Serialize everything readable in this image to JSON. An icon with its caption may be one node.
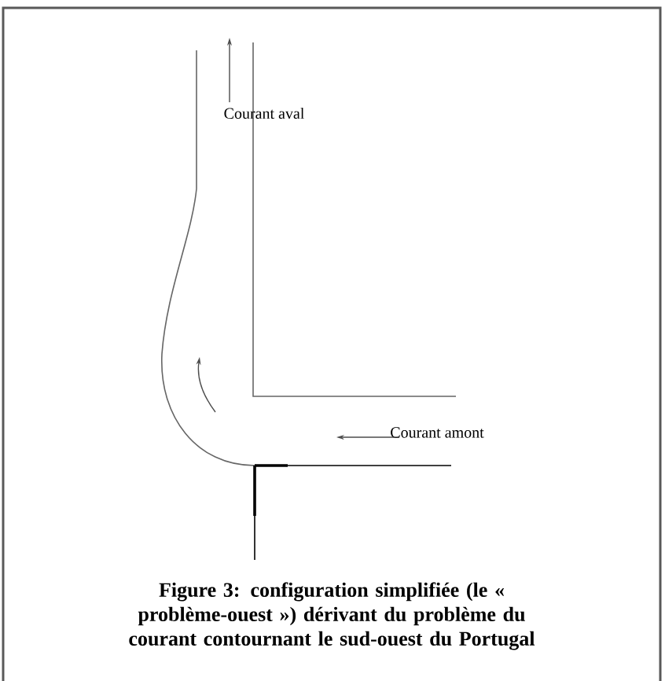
{
  "diagram": {
    "caption": "Figure 3: configuration simplifiée (le « problème-ouest ») dérivant du problème du courant contournant le sud-ouest du Portugal",
    "labels": [
      "Courant aval",
      "Courant amont"
    ]
  }
}
